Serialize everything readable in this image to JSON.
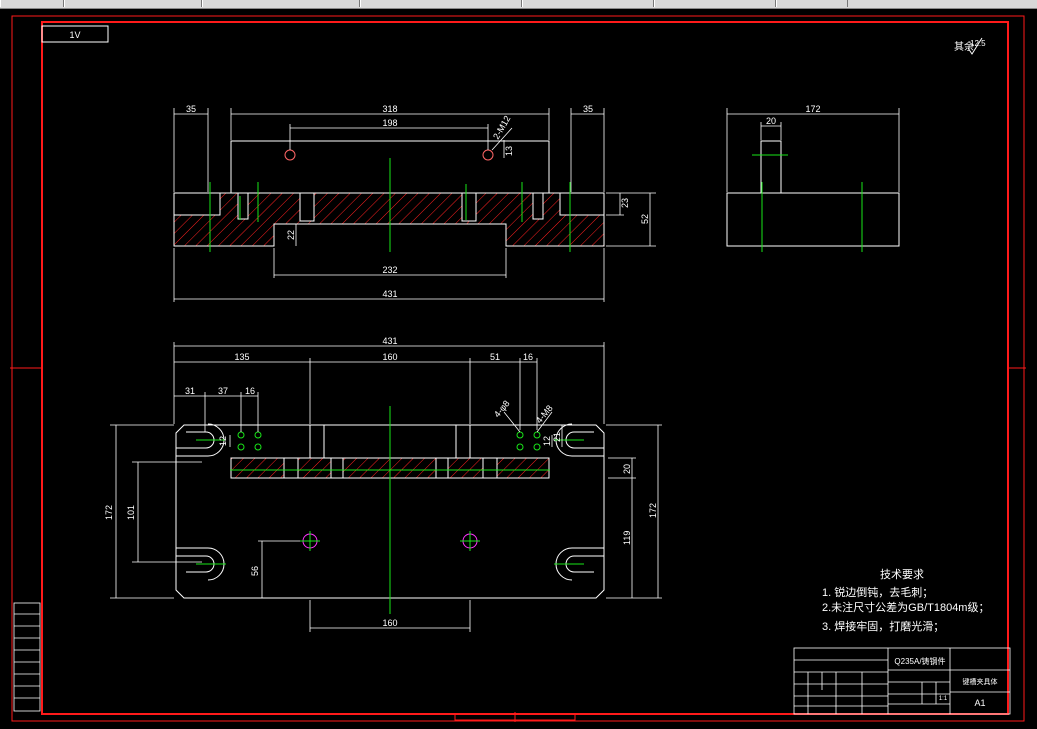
{
  "app": {
    "toolbar_tabs": [
      "",
      "",
      "",
      "",
      "",
      "",
      ""
    ]
  },
  "drawing": {
    "code_box": "1V",
    "roughness": {
      "prefix": "其余",
      "value": "12.5"
    },
    "dimensions": {
      "front_left": "35",
      "front_top": "318",
      "front_hole_spacing": "198",
      "front_hole_label": "2-M12",
      "front_hole_depth": "13",
      "front_right": "35",
      "front_step": "23",
      "front_height": "52",
      "front_groove_depth": "22",
      "front_groove_width": "232",
      "front_total": "431",
      "side_width": "172",
      "side_key": "20",
      "plan_total": "431",
      "plan_left": "135",
      "plan_middle": "160",
      "plan_right": "51",
      "plan_right_small": "16",
      "plan_a": "31",
      "plan_b": "37",
      "plan_c": "16",
      "plan_hole_a": "4-φ8",
      "plan_hole_b": "4-M8",
      "plan_left_small": "12",
      "plan_right_small2": "12",
      "plan_right_21": "21",
      "plan_height_left": "172",
      "plan_slot_span": "101",
      "plan_bar_height": "20",
      "plan_right_119": "119",
      "plan_height_right": "172",
      "plan_56": "56",
      "plan_bottom": "160"
    },
    "tech": {
      "title": "技术要求",
      "items": [
        "1. 锐边倒钝，去毛刺；",
        "2.未注尺寸公差为GB/T1804m级；",
        "3. 焊接牢固，打磨光滑；"
      ]
    },
    "title_block": {
      "material": "Q235A/铸钢件",
      "name": "键槽夹具体",
      "sheet": "A1",
      "scale": "1:1"
    }
  },
  "colors": {
    "frame": "#ff1a1a",
    "line": "#ffffff",
    "center": "#19e619",
    "hatch": "#ff2020",
    "hole": "#ff33ff"
  }
}
